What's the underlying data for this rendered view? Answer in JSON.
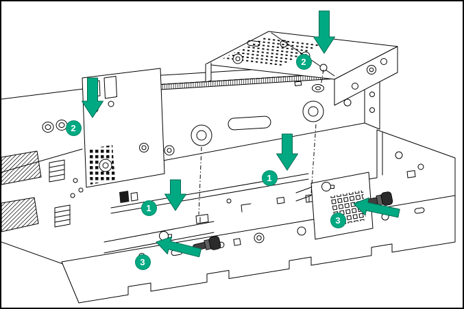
{
  "figure": {
    "callouts": [
      {
        "id": "step1-deck-left",
        "label": "1"
      },
      {
        "id": "step1-deck-center",
        "label": "1"
      },
      {
        "id": "step2-cage-left",
        "label": "2"
      },
      {
        "id": "step2-bracket-top",
        "label": "2"
      },
      {
        "id": "step3-screw-left",
        "label": "3"
      },
      {
        "id": "step3-screw-right",
        "label": "3"
      }
    ],
    "icons": {
      "down_arrow": "▼",
      "screw_arrow": "➤"
    },
    "colors": {
      "accent": "#01A982",
      "accent_outline": "#006A52",
      "line": "#000000",
      "screw_head": "#2B2B2B",
      "screw_shaft": "#3F3F3F",
      "background": "#FFFFFF"
    }
  }
}
